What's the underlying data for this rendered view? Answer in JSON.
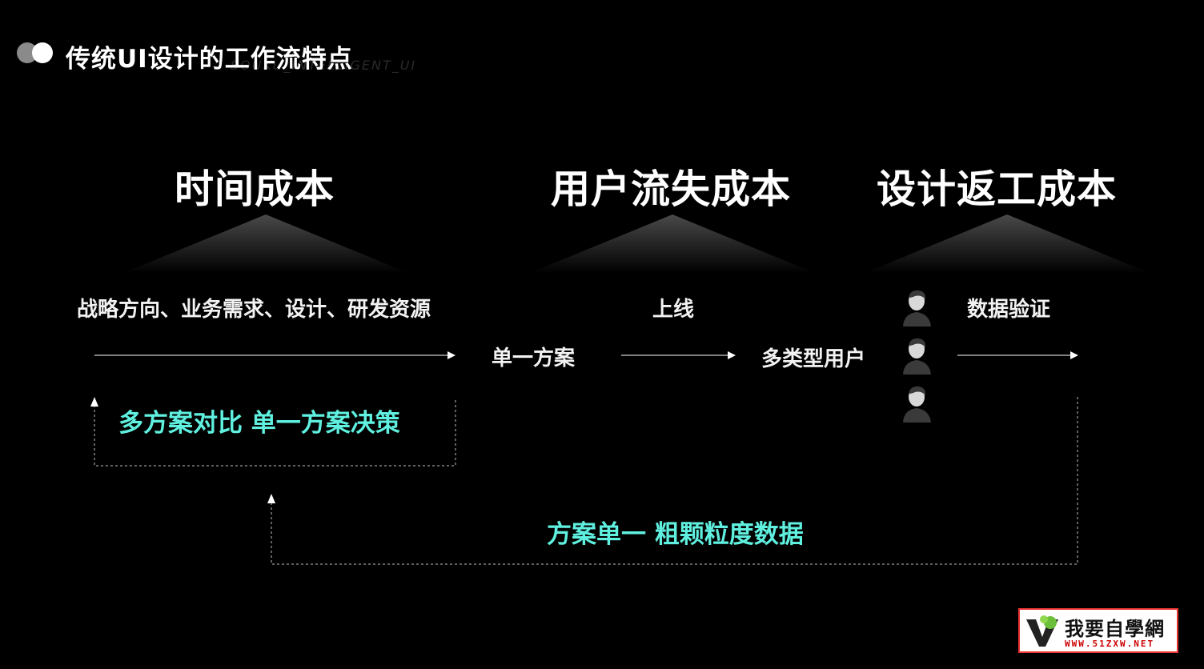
{
  "header": {
    "title": "传统UI设计的工作流特点",
    "watermark": "SOUKU_INTELLIGENT_UI"
  },
  "costs": [
    {
      "title": "时间成本"
    },
    {
      "title": "用户流失成本"
    },
    {
      "title": "设计返工成本"
    }
  ],
  "flow": {
    "resources_label": "战略方向、业务需求、设计、研发资源",
    "single_plan_label": "单一方案",
    "launch_label": "上线",
    "user_types_label": "多类型用户",
    "data_validation_label": "数据验证"
  },
  "feedback": {
    "inner_loop": "多方案对比  单一方案决策",
    "outer_loop": "方案单一  粗颗粒度数据"
  },
  "logo": {
    "text": "我要自學網",
    "url": "WWW.51ZXW.NET"
  },
  "colors": {
    "accent": "#5ff0df",
    "background": "#000000",
    "text": "#ffffff"
  }
}
